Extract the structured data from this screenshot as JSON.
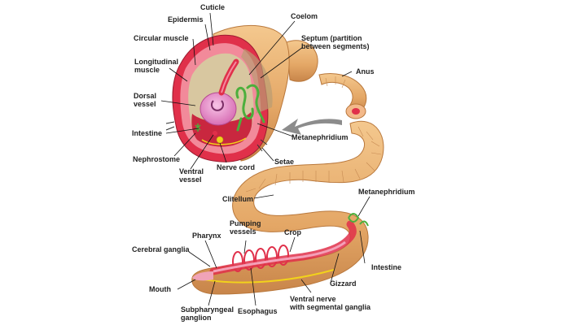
{
  "labels": {
    "cuticle": "Cuticle",
    "epidermis": "Epidermis",
    "circular_muscle": "Circular muscle",
    "longitudinal_muscle": [
      "Longitudinal",
      "muscle"
    ],
    "dorsal_vessel": [
      "Dorsal",
      "vessel"
    ],
    "intestine_top": "Intestine",
    "nephrostome": "Nephrostome",
    "ventral_vessel": [
      "Ventral",
      "vessel"
    ],
    "nerve_cord": "Nerve cord",
    "setae": "Setae",
    "metanephridium_top": "Metanephridium",
    "coelom": "Coelom",
    "septum": [
      "Septum (partition",
      "between segments)"
    ],
    "anus": "Anus",
    "clitellum": "Clitellum",
    "metanephridium_right": "Metanephridium",
    "intestine_right": "Intestine",
    "gizzard": "Gizzard",
    "crop": "Crop",
    "pumping_vessels": [
      "Pumping",
      "vessels"
    ],
    "pharynx": "Pharynx",
    "cerebral_ganglia": "Cerebral ganglia",
    "mouth": "Mouth",
    "subpharyngeal_ganglion": [
      "Subpharyngeal",
      "ganglion"
    ],
    "esophagus": "Esophagus",
    "ventral_nerve": [
      "Ventral nerve",
      "with segmental ganglia"
    ]
  },
  "colors": {
    "worm_body": "#e9b275",
    "worm_shadow": "#c98a4c",
    "muscle_red": "#e0304a",
    "coelom_tan": "#d8c7a0",
    "intestine_pink": "#e98fc9",
    "metanephridium_green": "#4caf3c",
    "nerve_yellow": "#f2d21b",
    "arrow_gray": "#8c8c8c"
  }
}
